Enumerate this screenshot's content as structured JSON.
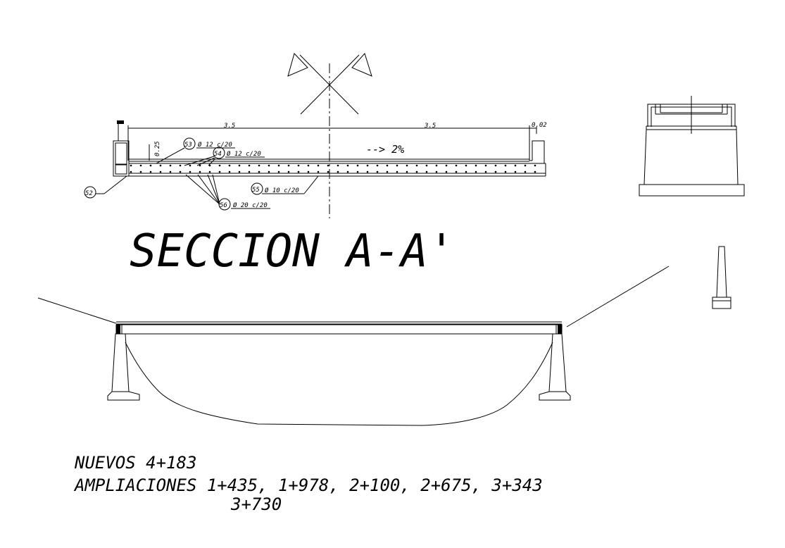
{
  "section": {
    "title": "SECCION A-A'",
    "slope_label": "--> 2%",
    "dim_left": "3.5",
    "dim_right": "3.5",
    "dim_edge": "0.02",
    "dim_curb": "0.25"
  },
  "rebar": [
    {
      "id": "52",
      "spec": ""
    },
    {
      "id": "53",
      "spec": "Ø 12 c/20"
    },
    {
      "id": "54",
      "spec": "Ø 12 c/20"
    },
    {
      "id": "55",
      "spec": "Ø 10 c/20"
    },
    {
      "id": "56",
      "spec": "Ø 20 c/20"
    }
  ],
  "notes": {
    "line1": "NUEVOS 4+183",
    "line2": "AMPLIACIONES 1+435, 1+978, 2+100, 2+675, 3+343",
    "line3": "3+730"
  }
}
